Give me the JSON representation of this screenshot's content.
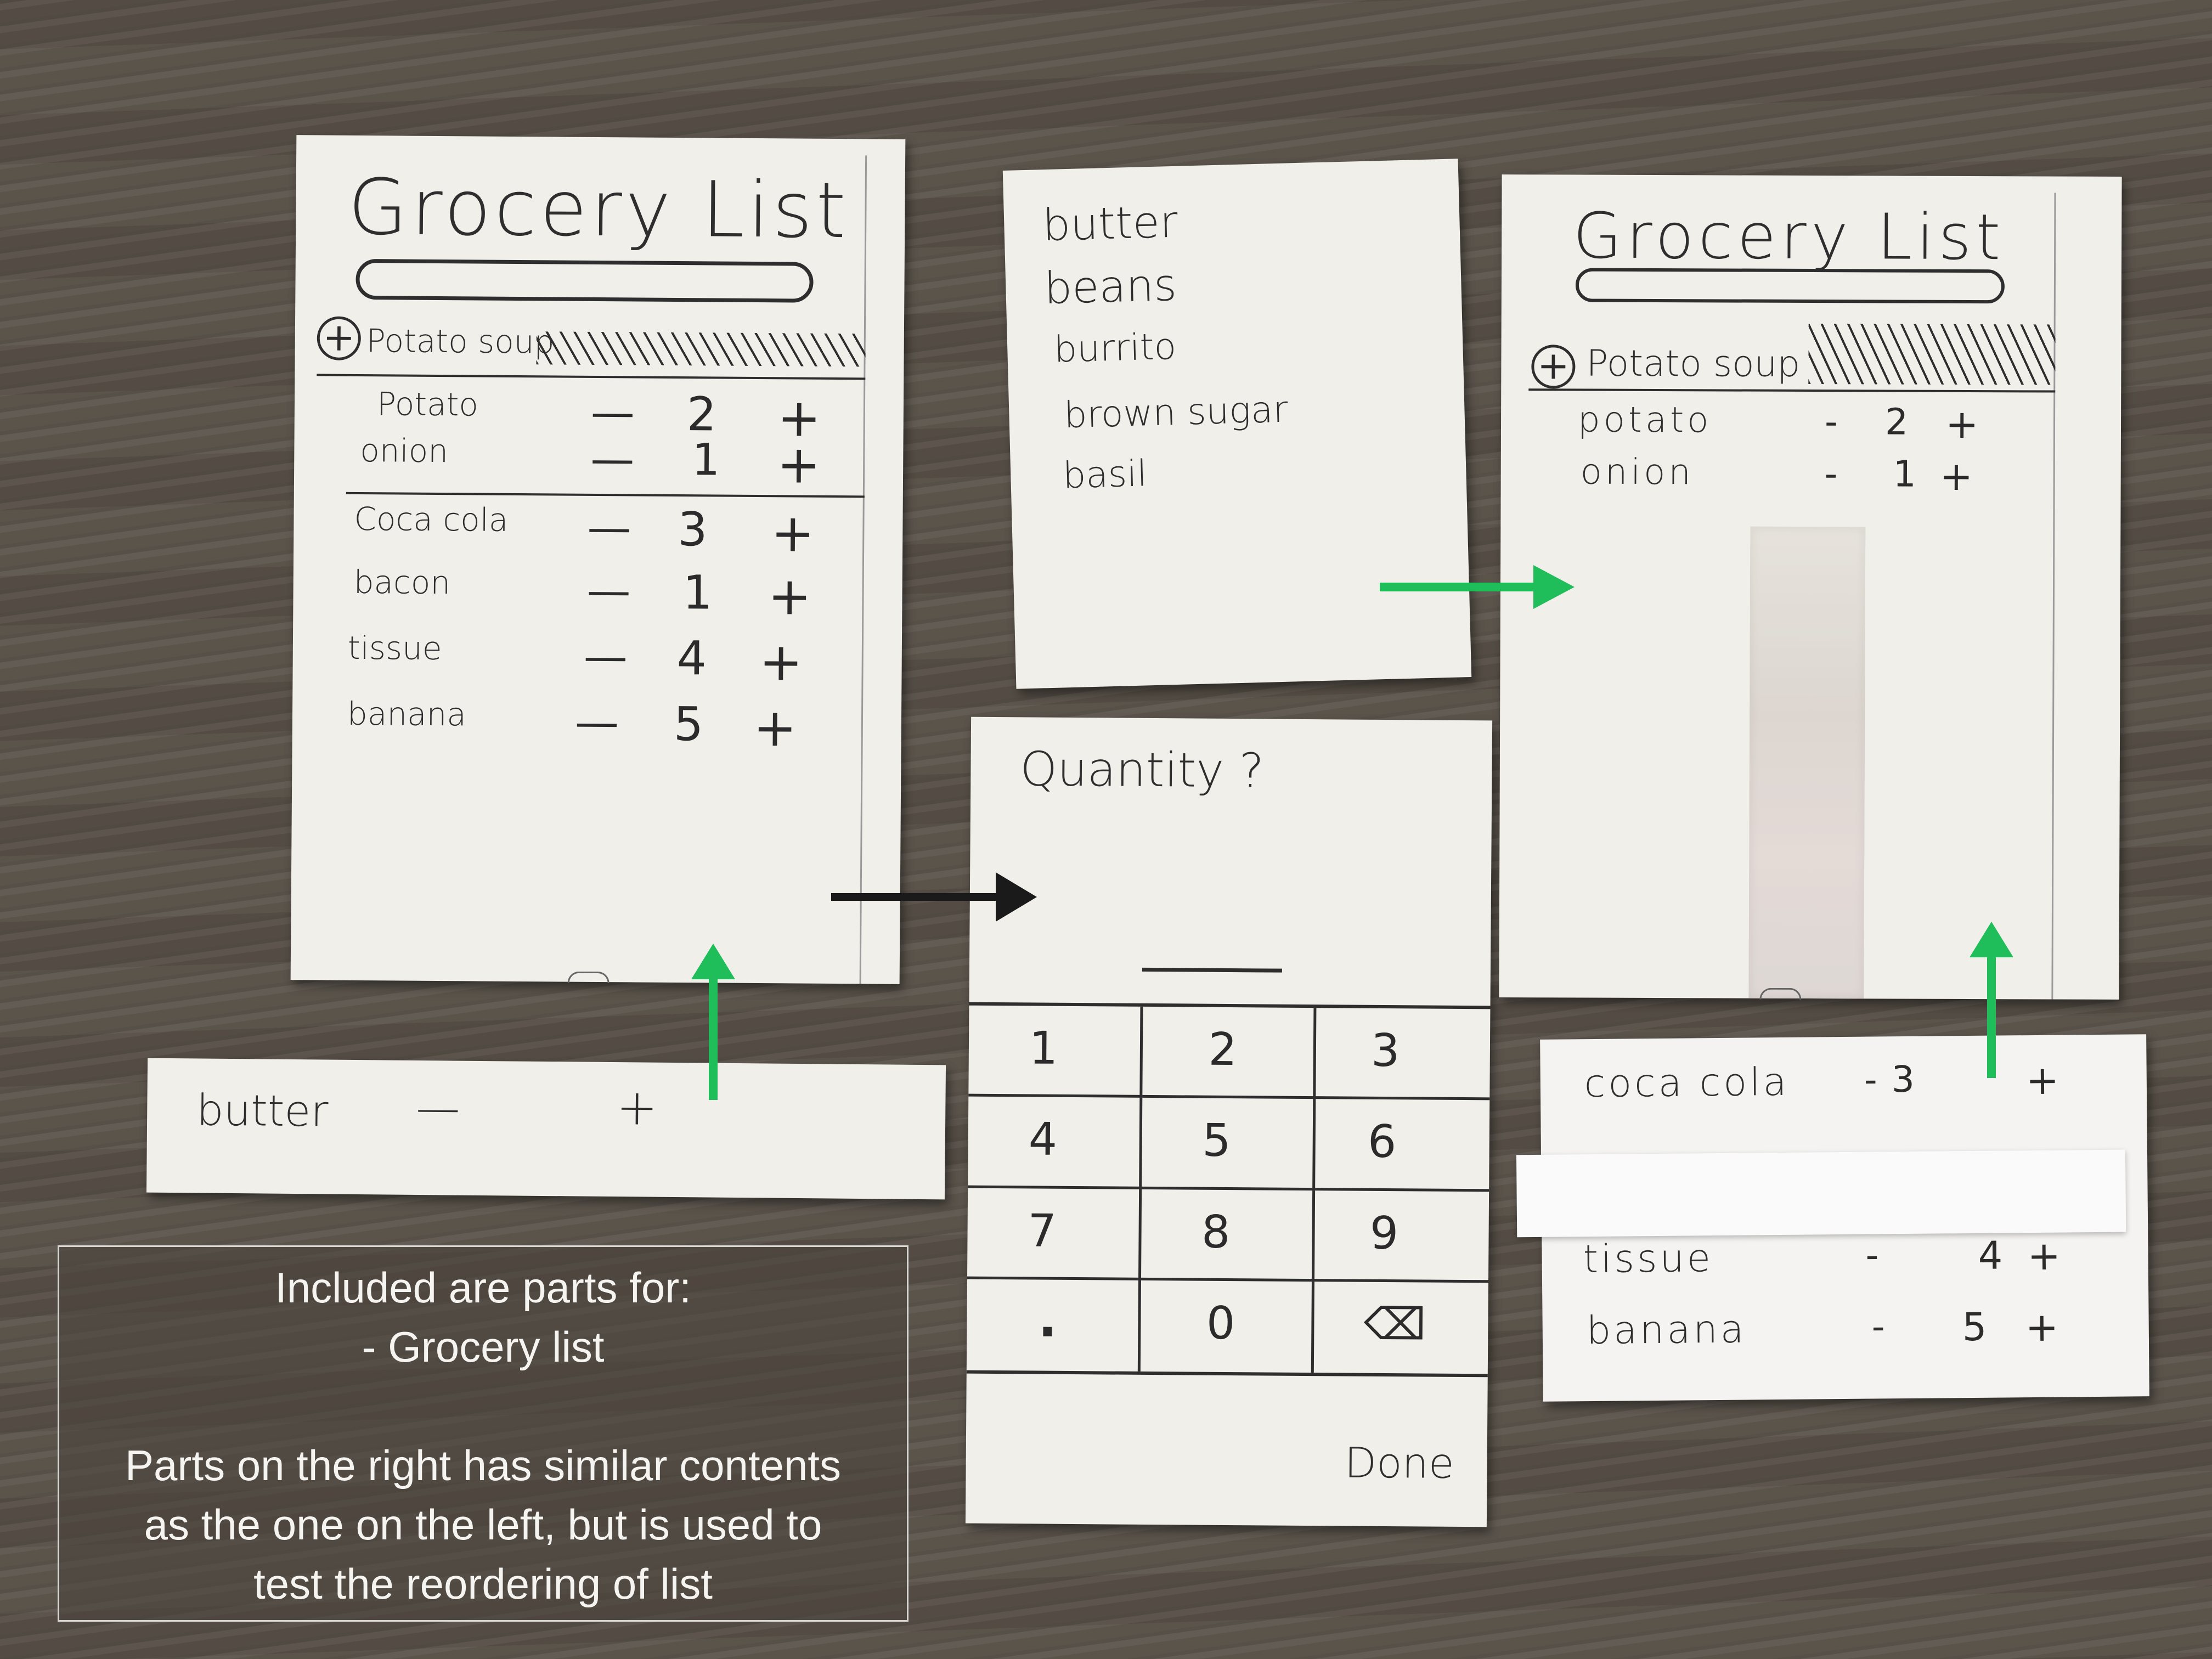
{
  "list_screen": {
    "title": "Grocery List",
    "add_symbol": "+",
    "recipe": "Potato soup",
    "recipe_items": [
      {
        "name": "Potato",
        "minus": "—",
        "qty": "2",
        "plus": "+"
      },
      {
        "name": "onion",
        "minus": "—",
        "qty": "1",
        "plus": "+"
      }
    ],
    "items": [
      {
        "name": "Coca cola",
        "minus": "—",
        "qty": "3",
        "plus": "+"
      },
      {
        "name": "bacon",
        "minus": "—",
        "qty": "1",
        "plus": "+"
      },
      {
        "name": "tissue",
        "minus": "—",
        "qty": "4",
        "plus": "+"
      },
      {
        "name": "banana",
        "minus": "—",
        "qty": "5",
        "plus": "+"
      }
    ]
  },
  "butter_strip": {
    "name": "butter",
    "minus": "—",
    "plus": "+"
  },
  "suggestions": [
    "butter",
    "beans",
    "burrito",
    "brown sugar",
    "basil"
  ],
  "quantity_screen": {
    "title": "Quantity ?",
    "keys": [
      "1",
      "2",
      "3",
      "4",
      "5",
      "6",
      "7",
      "8",
      "9",
      ".",
      "0",
      "⌫"
    ],
    "done": "Done"
  },
  "reorder_screen": {
    "title": "Grocery List",
    "add_symbol": "+",
    "recipe": "Potato soup",
    "recipe_items": [
      {
        "name": "potato",
        "minus": "-",
        "qty": "2",
        "plus": "+"
      },
      {
        "name": "onion",
        "minus": "-",
        "qty": "1",
        "plus": "+"
      }
    ]
  },
  "reorder_strip": {
    "items": [
      {
        "name": "coca cola",
        "minus": "-",
        "qty": "3",
        "plus": "+"
      },
      {
        "name": "tissue",
        "minus": "-",
        "qty": "4",
        "plus": "+"
      },
      {
        "name": "banana",
        "minus": "-",
        "qty": "5",
        "plus": "+"
      }
    ]
  },
  "caption": {
    "line1": "Included are parts for:",
    "line2": "- Grocery list",
    "line3": "Parts on the right has similar contents",
    "line4": "as the one on the left, but is used to",
    "line5": "test the reordering of list"
  },
  "colors": {
    "green_arrow": "#1fbe5a",
    "black_arrow": "#1a1a1a",
    "paper": "#f1efe9",
    "table": "#5c554d"
  }
}
